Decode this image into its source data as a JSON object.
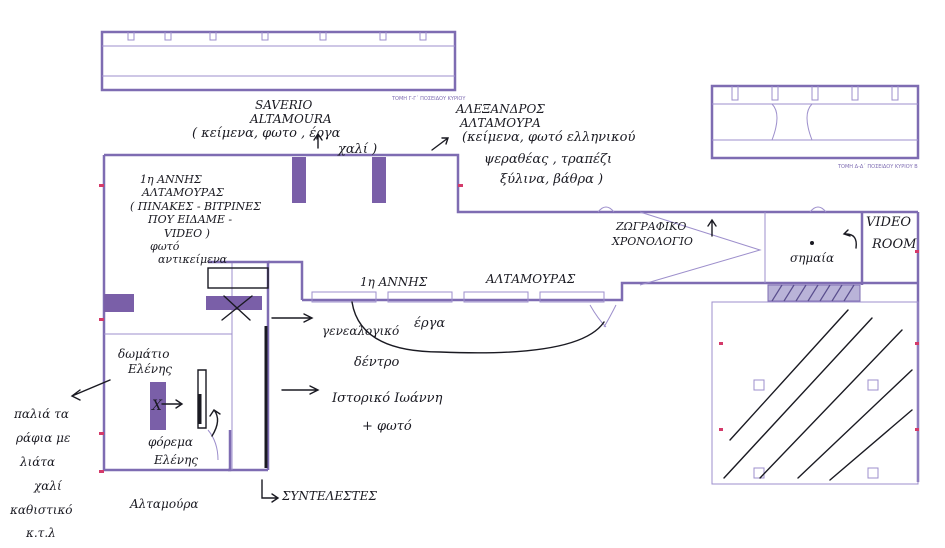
{
  "sections": {
    "left": "ΤΟΜΗ Γ-Γ΄ ΠΟΣΕΙΔΟΥ ΚΥΡΙΟΥ",
    "right": "ΤΟΜΗ Δ-Δ΄ ΠΟΣΕΙΔΟΥ ΚΥΡΙΟΥ Β"
  },
  "annotations": {
    "saverio_1": "SAVERIO",
    "saverio_2": "ALTAMOURA",
    "saverio_3": "( κείμενα, φωτο , έργα",
    "saverio_4": "χαλί )",
    "alex_1": "ΑΛΕΞΑΝΔΡΟΣ",
    "alex_2": "ΑΛΤΑΜΟΥΡΑ",
    "alex_3": "(κείμενα, φωτό ελληνικού",
    "alex_4": "ψεραθέας , τραπέζι",
    "alex_5": "ξύλινα, βάθρα )",
    "anna_1": "1η ΑΝΝΗΣ",
    "anna_2": "ΑΛΤΑΜΟΥΡΑΣ",
    "anna_3": "( ΠΙΝΑΚΕΣ - ΒΙΤΡΙΝΕΣ",
    "anna_4": "ΠΟΥ ΕΙΔΑΜΕ -",
    "anna_5": "VIDEO )",
    "anna_6": "φωτό",
    "anna_7": "αντικείμενα",
    "corridor_1": "1η ΑΝΝΗΣ",
    "corridor_2": "ΑΛΤΑΜΟΥΡΑΣ",
    "timeline_1": "ΖΩΓΡΑΦΙΚΟ",
    "timeline_2": "ΧΡΟΝΟΛΟΓΙΟ",
    "video_1": "VIDEO",
    "video_2": "ROOM",
    "flag": "σημαία",
    "erga": "έργα",
    "family_1": "γενεαλογικό",
    "family_2": "δέντρο",
    "history_1": "Ιστορικό Ιωάννη",
    "history_2": "+ φωτό",
    "credits": "ΣΥΝΤΕΛΕΣΤΕΣ",
    "room_1": "δωμάτιο",
    "room_2": "Ελένης",
    "dress_1": "φόρεμα",
    "dress_2": "Ελένης",
    "dress_3": "Αλταμούρα",
    "x_mark": "X",
    "left_1": "παλιά τα",
    "left_2": "ράφια με",
    "left_3": "λιάτα",
    "left_4": "χαλί",
    "left_5": "καθιστικό",
    "left_6": "κ.τ.λ"
  }
}
